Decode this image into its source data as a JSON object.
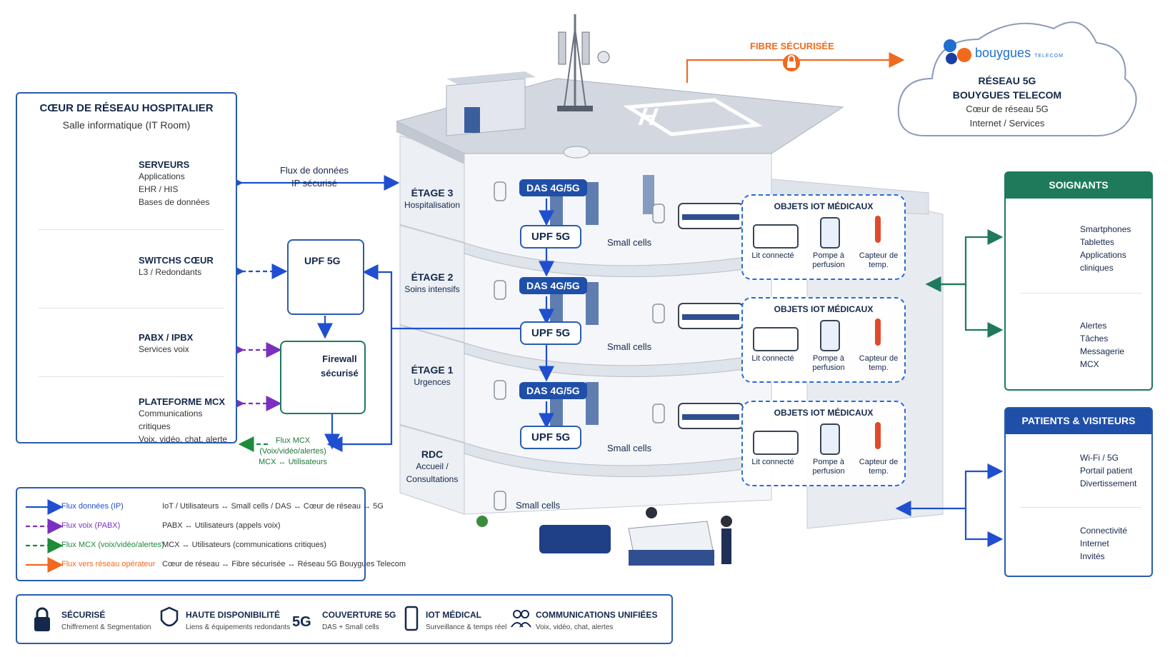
{
  "core": {
    "title": "CŒUR DE RÉSEAU HOSPITALIER",
    "subtitle": "Salle informatique (IT Room)",
    "servers": {
      "title": "SERVEURS",
      "line1": "Applications",
      "line2": "EHR / HIS",
      "line3": "Bases de données"
    },
    "switches": {
      "title": "SWITCHS CŒUR",
      "line1": "L3 / Redondants"
    },
    "pabx": {
      "title": "PABX / IPBX",
      "line1": "Services voix"
    },
    "mcx": {
      "title": "PLATEFORME MCX",
      "line1": "Communications critiques",
      "line2": "Voix, vidéo, chat, alerte"
    }
  },
  "flows": {
    "data_line1": "Flux de données",
    "data_line2": "IP sécurisé",
    "mcx_line1": "Flux MCX",
    "mcx_line2": "(Voix/vidéo/alertes)",
    "mcx_line3": "MCX ↔ Utilisateurs"
  },
  "upf_box": "UPF 5G",
  "firewall": {
    "line1": "Firewall",
    "line2": "sécurisé"
  },
  "fibre": "FIBRE SÉCURISÉE",
  "cloud": {
    "brand": "bouygues",
    "brand_suffix": "TELECOM",
    "title1": "RÉSEAU 5G",
    "title2": "BOUYGUES TELECOM",
    "line1": "Cœur de réseau 5G",
    "line2": "Internet / Services"
  },
  "floors": [
    {
      "name": "ÉTAGE 3",
      "desc": "Hospitalisation"
    },
    {
      "name": "ÉTAGE 2",
      "desc": "Soins intensifs"
    },
    {
      "name": "ÉTAGE 1",
      "desc": "Urgences"
    },
    {
      "name": "RDC",
      "desc": "Accueil / Consultations"
    }
  ],
  "building": {
    "das": "DAS 4G/5G",
    "upf": "UPF 5G",
    "small_cells": "Small cells"
  },
  "iot": {
    "title": "OBJETS IOT MÉDICAUX",
    "bed": "Lit connecté",
    "pump": "Pompe à perfusion",
    "sensor": "Capteur de temp."
  },
  "caregivers": {
    "title": "SOIGNANTS",
    "list1": [
      "Smartphones",
      "Tablettes",
      "Applications",
      "cliniques"
    ],
    "list2": [
      "Alertes",
      "Tâches",
      "Messagerie",
      "MCX"
    ]
  },
  "patients": {
    "title": "PATIENTS & VISITEURS",
    "list1": [
      "Wi-Fi / 5G",
      "Portail patient",
      "Divertissement"
    ],
    "list2": [
      "Connectivité",
      "Internet",
      "Invités"
    ]
  },
  "legend": [
    {
      "label": "Flux données (IP)",
      "desc": "IoT / Utilisateurs ↔ Small cells / DAS ↔ Cœur de réseau ↔ 5G",
      "color": "#1f4fd0",
      "dash": false
    },
    {
      "label": "Flux voix (PABX)",
      "desc": "PABX ↔ Utilisateurs (appels voix)",
      "color": "#7b2fc0",
      "dash": true
    },
    {
      "label": "Flux MCX (voix/vidéo/alertes)",
      "desc": "MCX ↔ Utilisateurs (communications critiques)",
      "color": "#1e8a3a",
      "dash": true
    },
    {
      "label": "Flux vers réseau opérateur",
      "desc": "Cœur de réseau ↔ Fibre sécurisée ↔ Réseau 5G Bouygues Telecom",
      "color": "#f06a1e",
      "dash": false
    }
  ],
  "features": [
    {
      "title": "SÉCURISÉ",
      "desc": "Chiffrement & Segmentation",
      "icon": "lock-icon"
    },
    {
      "title": "HAUTE DISPONIBILITÉ",
      "desc": "Liens & équipements redondants",
      "icon": "shield-icon"
    },
    {
      "title": "COUVERTURE 5G",
      "desc": "DAS + Small cells",
      "icon": "5g-icon",
      "glyph": "5G"
    },
    {
      "title": "IOT MÉDICAL",
      "desc": "Surveillance & temps réel",
      "icon": "phone-icon"
    },
    {
      "title": "COMMUNICATIONS UNIFIÉES",
      "desc": "Voix, vidéo, chat, alertes",
      "icon": "users-icon"
    }
  ],
  "colors": {
    "navy": "#14284b",
    "blue": "#1f4fa8",
    "green": "#1e7a5a",
    "orange": "#f06a1e",
    "purple": "#7b2fc0"
  }
}
